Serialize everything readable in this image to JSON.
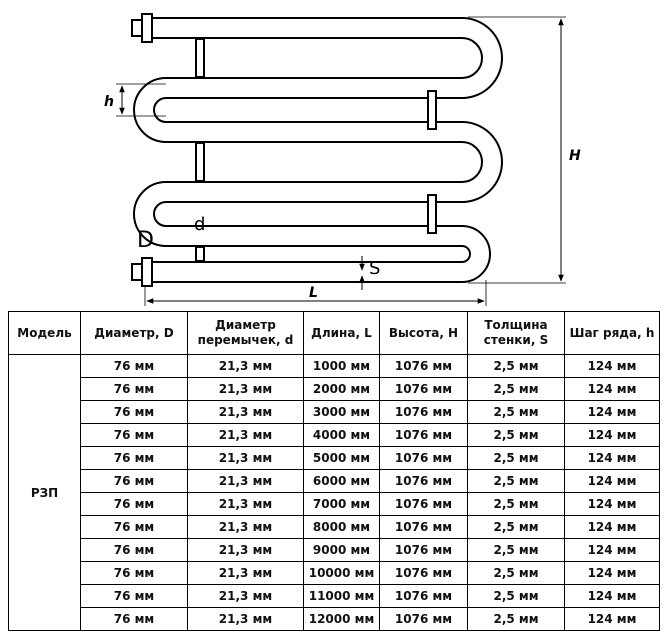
{
  "diagram": {
    "labels": {
      "D": "D",
      "d": "d",
      "h": "h",
      "H": "H",
      "L": "L",
      "S": "S"
    }
  },
  "table": {
    "headers": [
      "Модель",
      "Диаметр, D",
      "Диаметр перемычек, d",
      "Длина, L",
      "Высота, H",
      "Толщина стенки, S",
      "Шаг ряда, h"
    ],
    "model": "РЗП",
    "rows": [
      [
        "76 мм",
        "21,3 мм",
        "1000 мм",
        "1076 мм",
        "2,5 мм",
        "124 мм"
      ],
      [
        "76 мм",
        "21,3 мм",
        "2000 мм",
        "1076 мм",
        "2,5 мм",
        "124 мм"
      ],
      [
        "76 мм",
        "21,3 мм",
        "3000 мм",
        "1076 мм",
        "2,5 мм",
        "124 мм"
      ],
      [
        "76 мм",
        "21,3 мм",
        "4000 мм",
        "1076 мм",
        "2,5 мм",
        "124 мм"
      ],
      [
        "76 мм",
        "21,3 мм",
        "5000 мм",
        "1076 мм",
        "2,5 мм",
        "124 мм"
      ],
      [
        "76 мм",
        "21,3 мм",
        "6000 мм",
        "1076 мм",
        "2,5 мм",
        "124 мм"
      ],
      [
        "76 мм",
        "21,3 мм",
        "7000 мм",
        "1076 мм",
        "2,5 мм",
        "124 мм"
      ],
      [
        "76 мм",
        "21,3 мм",
        "8000 мм",
        "1076 мм",
        "2,5 мм",
        "124 мм"
      ],
      [
        "76 мм",
        "21,3 мм",
        "9000 мм",
        "1076 мм",
        "2,5 мм",
        "124 мм"
      ],
      [
        "76 мм",
        "21,3 мм",
        "10000 мм",
        "1076 мм",
        "2,5 мм",
        "124 мм"
      ],
      [
        "76 мм",
        "21,3 мм",
        "11000 мм",
        "1076 мм",
        "2,5 мм",
        "124 мм"
      ],
      [
        "76 мм",
        "21,3 мм",
        "12000 мм",
        "1076 мм",
        "2,5 мм",
        "124 мм"
      ]
    ]
  }
}
